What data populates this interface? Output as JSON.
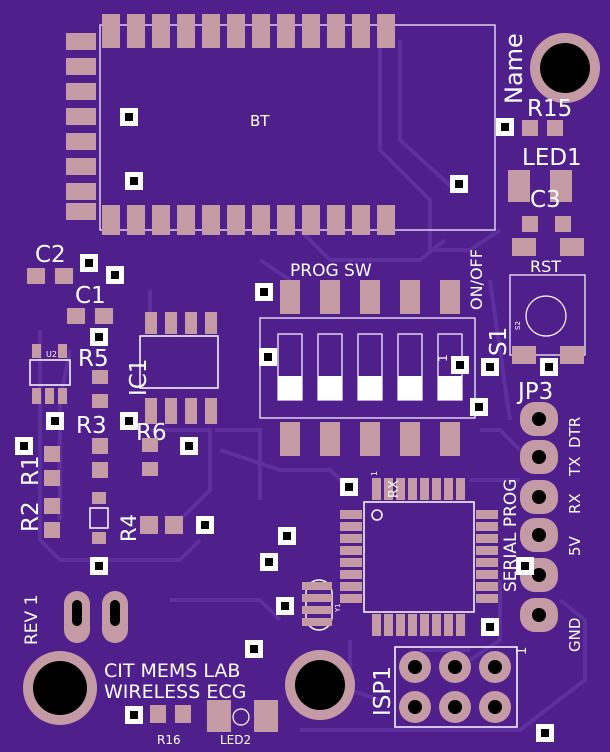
{
  "labels": {
    "bt": "BT",
    "prog_sw": "PROG SW",
    "on_off": "ON/OFF",
    "name": "Name",
    "r15": "R15",
    "led1": "LED1",
    "c3": "C3",
    "rst": "RST",
    "s2": "S2",
    "s1": "S1",
    "jp3": "JP3",
    "c2": "C2",
    "c1": "C1",
    "u2": "U2",
    "r5": "R5",
    "ic1": "IC1",
    "r3": "R3",
    "r6": "R6",
    "r1": "R1",
    "r2": "R2",
    "r4": "R4",
    "rev": "REV 1",
    "cit1": "CIT MEMS LAB",
    "cit2": "WIRELESS ECG",
    "r16": "R16",
    "led2": "LED2",
    "isp1": "ISP1",
    "one_isp": "1",
    "one_sw": "1",
    "one_u": "1",
    "y1": "Y1",
    "dtr": "DTR",
    "tx": "TX",
    "rx": "RX",
    "v5": "5V",
    "gnd": "GND",
    "serial_prog": "SERIAL PROG",
    "rx_small": "RX"
  },
  "colors": {
    "board": "#4f1f8c",
    "trace": "#5e2f9e",
    "pad": "#c49aa4",
    "silk": "#ffffff"
  }
}
